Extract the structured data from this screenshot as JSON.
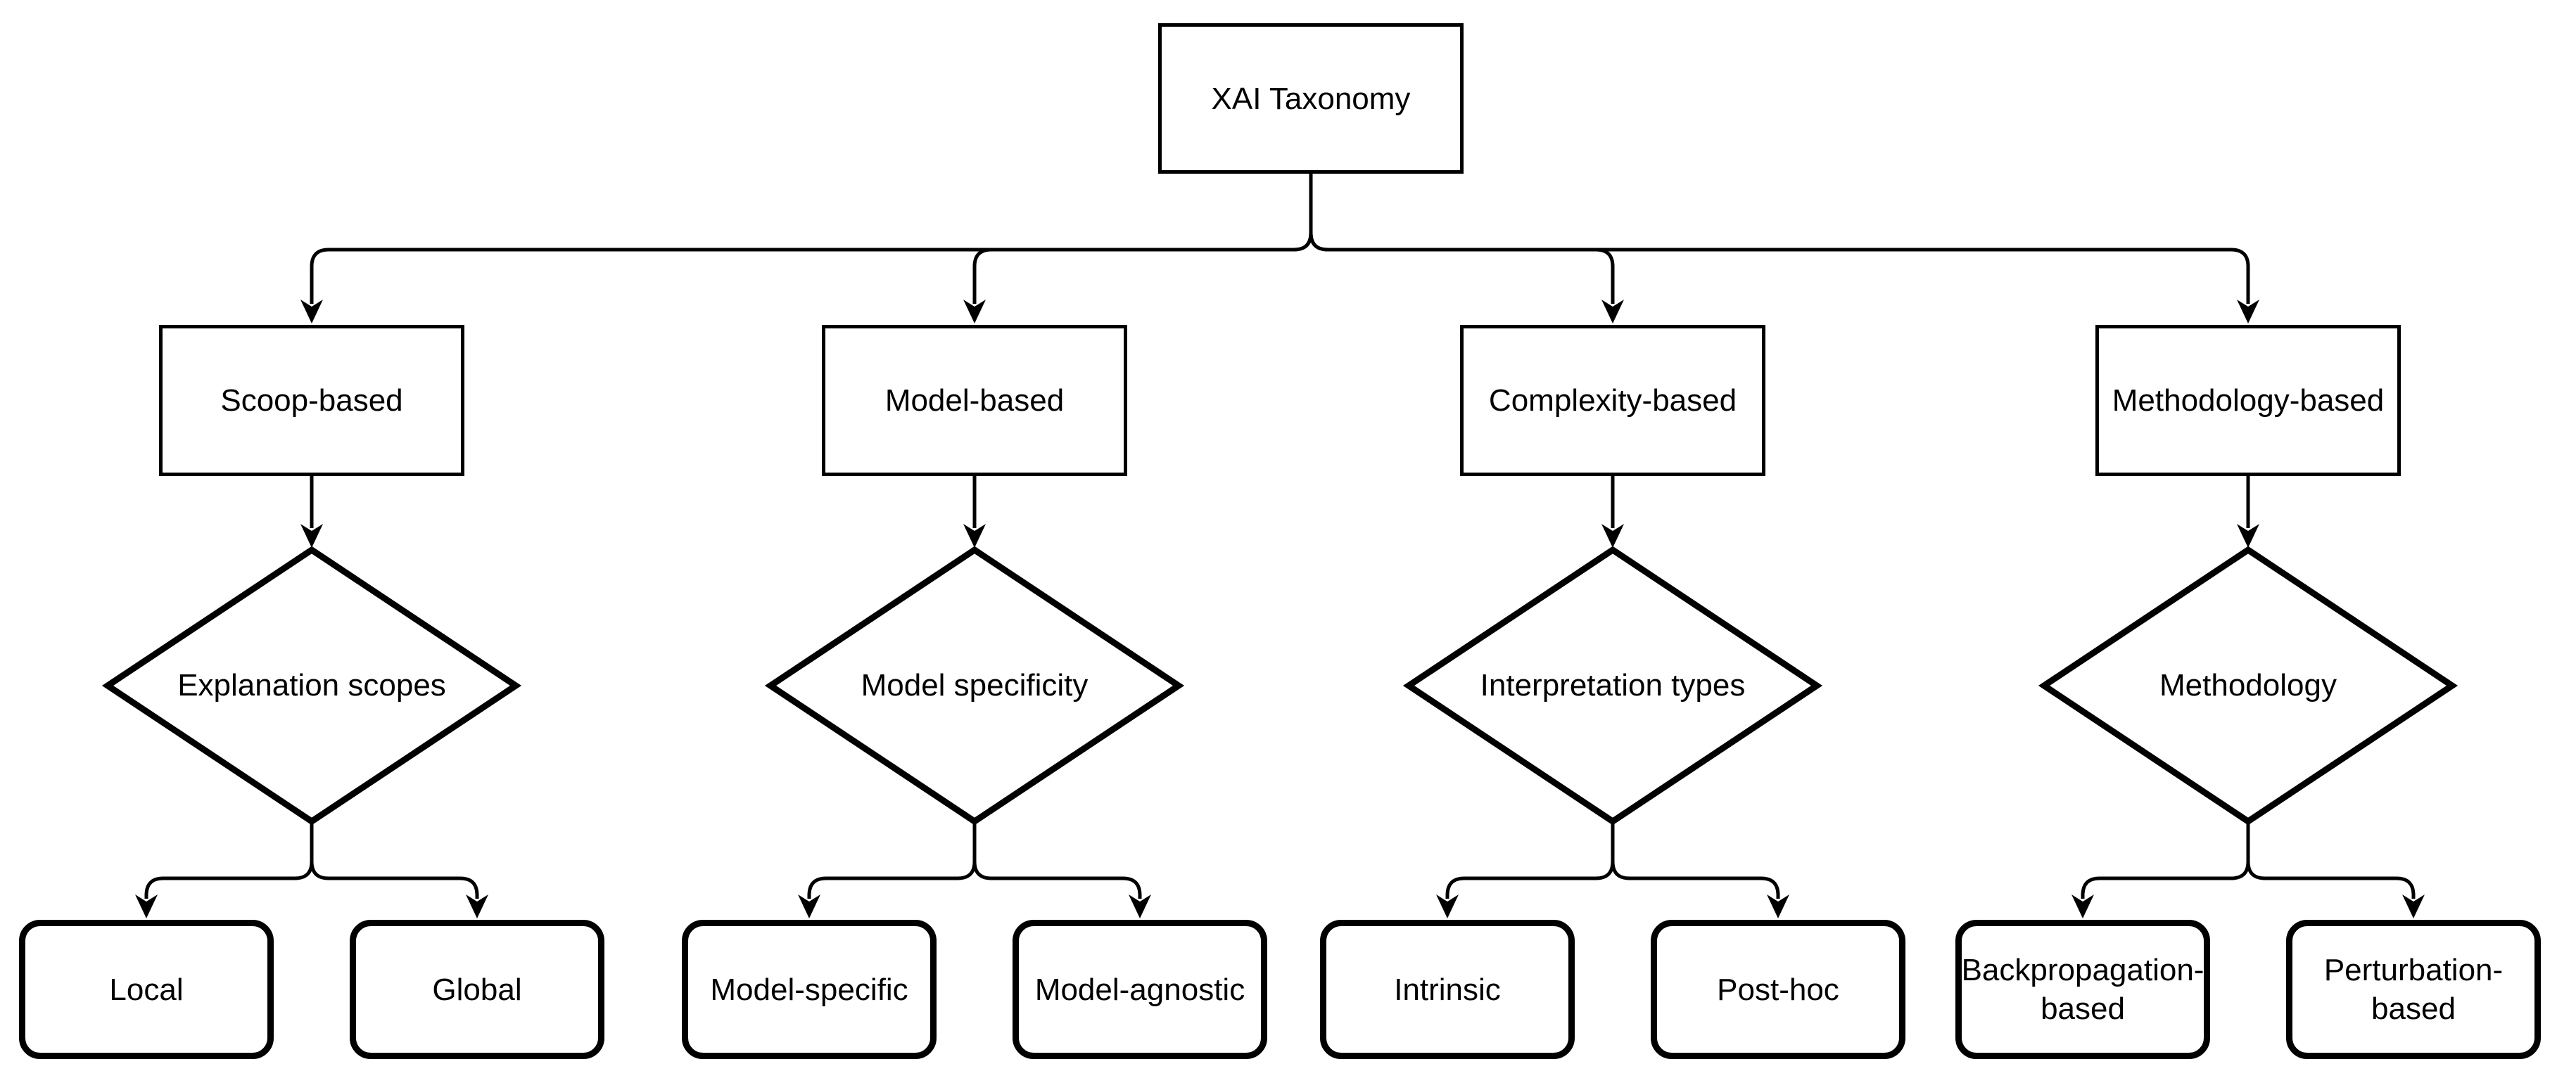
{
  "colors": {
    "background": "#ffffff",
    "stroke": "#000000",
    "text": "#000000"
  },
  "diagram": {
    "root": {
      "label": "XAI Taxonomy"
    },
    "branches": [
      {
        "category": "Scoop-based",
        "decision": "Explanation scopes",
        "leaves": [
          "Local",
          "Global"
        ]
      },
      {
        "category": "Model-based",
        "decision": "Model specificity",
        "leaves": [
          "Model-specific",
          "Model-agnostic"
        ]
      },
      {
        "category": "Complexity-based",
        "decision": "Interpretation types",
        "leaves": [
          "Intrinsic",
          "Post-hoc"
        ]
      },
      {
        "category": "Methodology-based",
        "decision": "Methodology",
        "leaves": [
          "Backpropagation-based",
          "Perturbation-based"
        ]
      }
    ]
  }
}
